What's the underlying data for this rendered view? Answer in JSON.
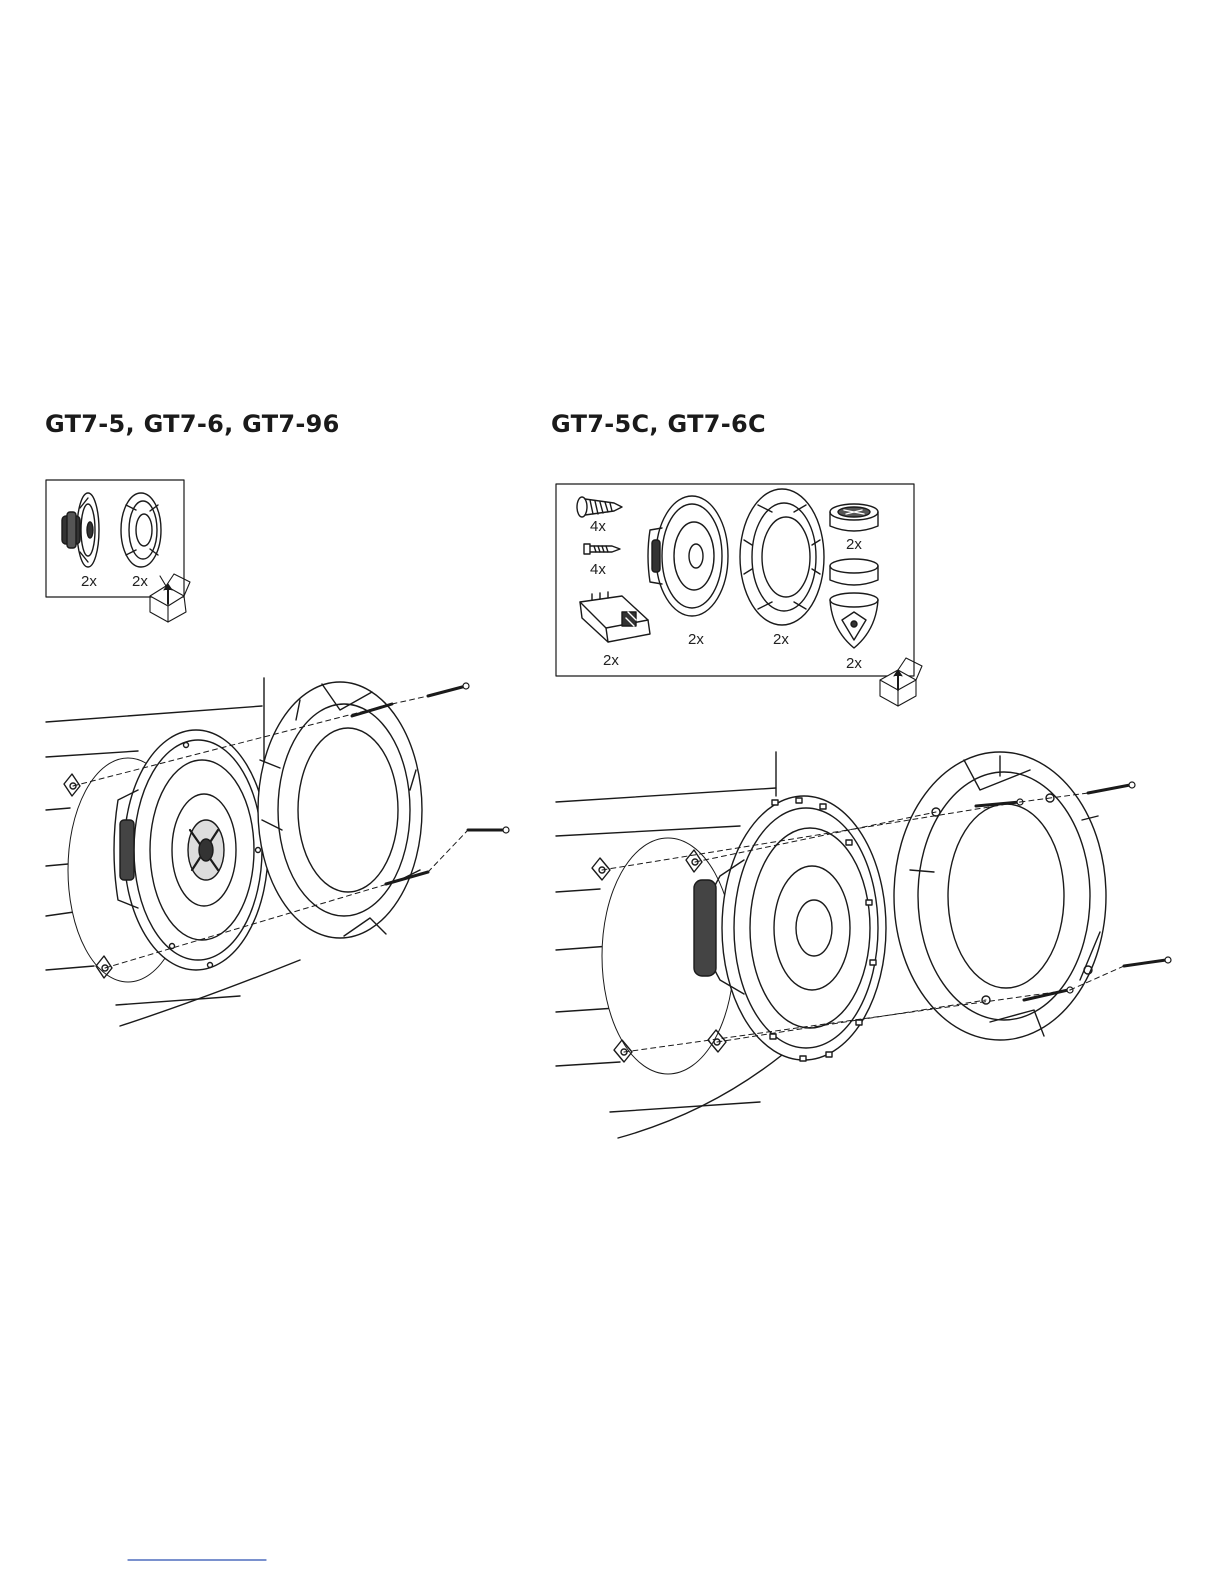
{
  "sections": {
    "left": {
      "title": "GT7-5, GT7-6, GT7-96",
      "contents_box": {
        "qty_coaxial_speaker": "2x",
        "qty_grille": "2x"
      }
    },
    "right": {
      "title": "GT7-5C, GT7-6C",
      "contents_box": {
        "qty_screws_large": "4x",
        "qty_screws_small": "4x",
        "qty_woofer": "2x",
        "qty_grille": "2x",
        "qty_tweeter": "2x",
        "qty_crossover": "2x",
        "qty_tweeter_mount": "2x"
      }
    }
  },
  "colors": {
    "ink": "#1a1a1a",
    "footer_rule": "#2a4fb0"
  },
  "icons": [
    "package-box-icon",
    "screw-icon",
    "speaker-icon",
    "grille-icon",
    "tweeter-icon",
    "crossover-icon"
  ]
}
